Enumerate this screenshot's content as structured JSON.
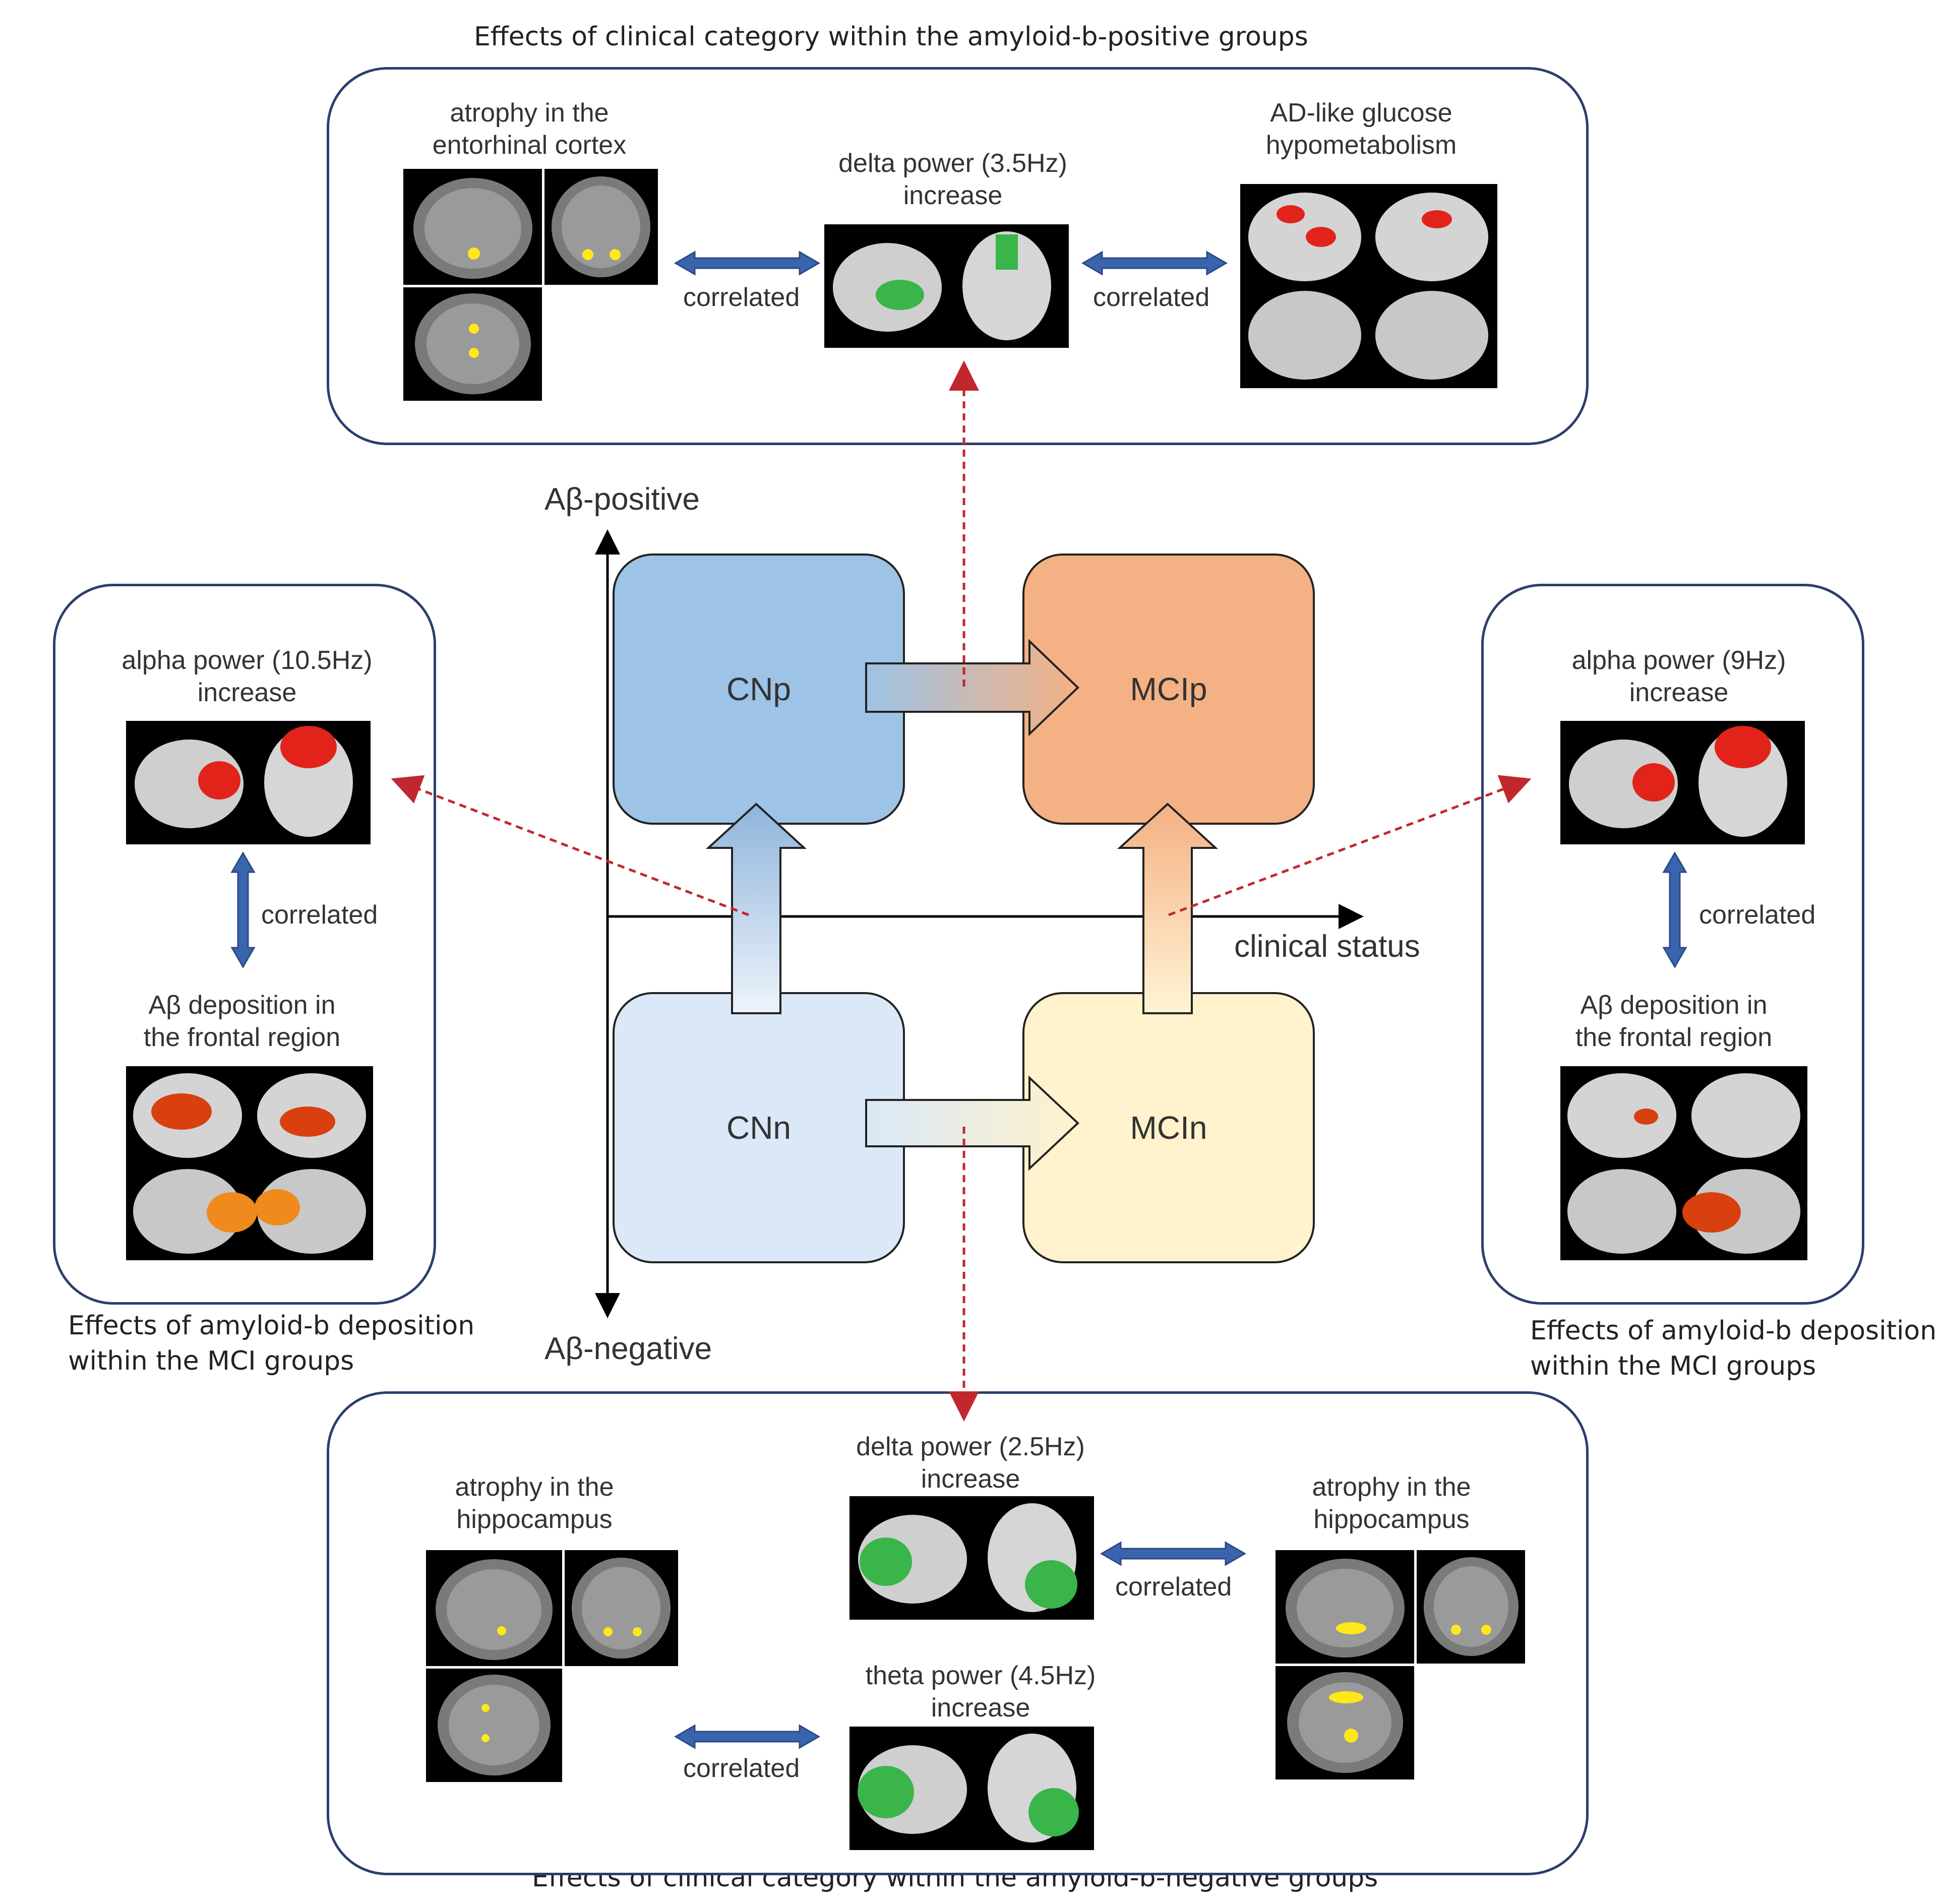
{
  "captions": {
    "top": "Effects of clinical category within the amyloid-b-positive groups",
    "bottom": "Effects of clinical category within the amyloid-b-negative groups",
    "left_line1": "Effects of amyloid-b deposition",
    "left_line2": "within the MCI groups",
    "right_line1": "Effects of amyloid-b deposition",
    "right_line2": "within the MCI groups"
  },
  "axes": {
    "y_top": "Aβ-positive",
    "y_bottom": "Aβ-negative",
    "x": "clinical status"
  },
  "groups": {
    "cnp": "CNp",
    "mcip": "MCIp",
    "cnn": "CNn",
    "mcin": "MCIn"
  },
  "top_panel": {
    "left_label": [
      "atrophy in the",
      "entorhinal cortex"
    ],
    "center_label": [
      "delta power (3.5Hz)",
      "increase"
    ],
    "right_label": [
      "AD-like glucose",
      "hypometabolism"
    ],
    "corr_left": "correlated",
    "corr_right": "correlated"
  },
  "left_panel": {
    "upper_label": [
      "alpha power (10.5Hz)",
      "increase"
    ],
    "lower_label": [
      "Aβ deposition in",
      "the frontal region"
    ],
    "corr": "correlated"
  },
  "right_panel": {
    "upper_label": [
      "alpha power (9Hz)",
      "increase"
    ],
    "lower_label": [
      "Aβ deposition in",
      "the frontal region"
    ],
    "corr": "correlated"
  },
  "bottom_panel": {
    "left_label": [
      "atrophy in the",
      "hippocampus"
    ],
    "delta_label": [
      "delta power (2.5Hz)",
      "increase"
    ],
    "theta_label": [
      "theta power (4.5Hz)",
      "increase"
    ],
    "right_label": [
      "atrophy in the",
      "hippocampus"
    ],
    "corr_upper": "correlated",
    "corr_lower": "correlated"
  },
  "colors": {
    "panel_border": "#2c3e6b",
    "cnp_fill": "#9dc3e6",
    "mcip_fill": "#f4b183",
    "cnn_fill": "#dae8f7",
    "mcin_fill": "#fff2cc",
    "double_arrow": "#3a64ad",
    "dashed_arrow": "#c0282d",
    "eeg_highlight": "#39b54a",
    "pet_highlight": "#e2231a",
    "mri_highlight": "#ffe81a"
  }
}
